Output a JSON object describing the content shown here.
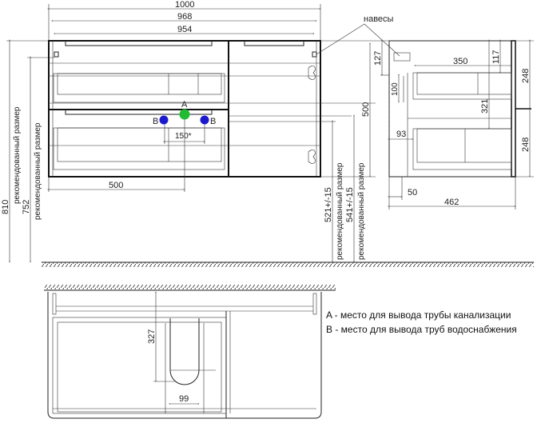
{
  "front_view": {
    "dim_1000": "1000",
    "dim_968": "968",
    "dim_954": "954",
    "dim_500_bottom": "500",
    "dim_150": "150*",
    "dim_810": "810",
    "dim_752": "752",
    "rec_label": "рекомендованный размер",
    "dim_521": "521+/-15",
    "dim_541": "541+/-15",
    "dim_500_right": "500",
    "dim_127": "127",
    "hinges_label": "навесы",
    "point_a": "A",
    "point_b": "B"
  },
  "side_view": {
    "dim_117": "117",
    "dim_350": "350",
    "dim_100": "100",
    "dim_321": "321",
    "dim_93": "93",
    "dim_248_top": "248",
    "dim_248_bottom": "248",
    "dim_50": "50",
    "dim_462": "462"
  },
  "plan_view": {
    "dim_327": "327",
    "dim_99": "99"
  },
  "legend": {
    "a": "A - место для вывода трубы канализации",
    "b": "B - место для вывода труб водоснабжения"
  },
  "colors": {
    "drain": "#22bb33",
    "water": "#1a1acc"
  }
}
